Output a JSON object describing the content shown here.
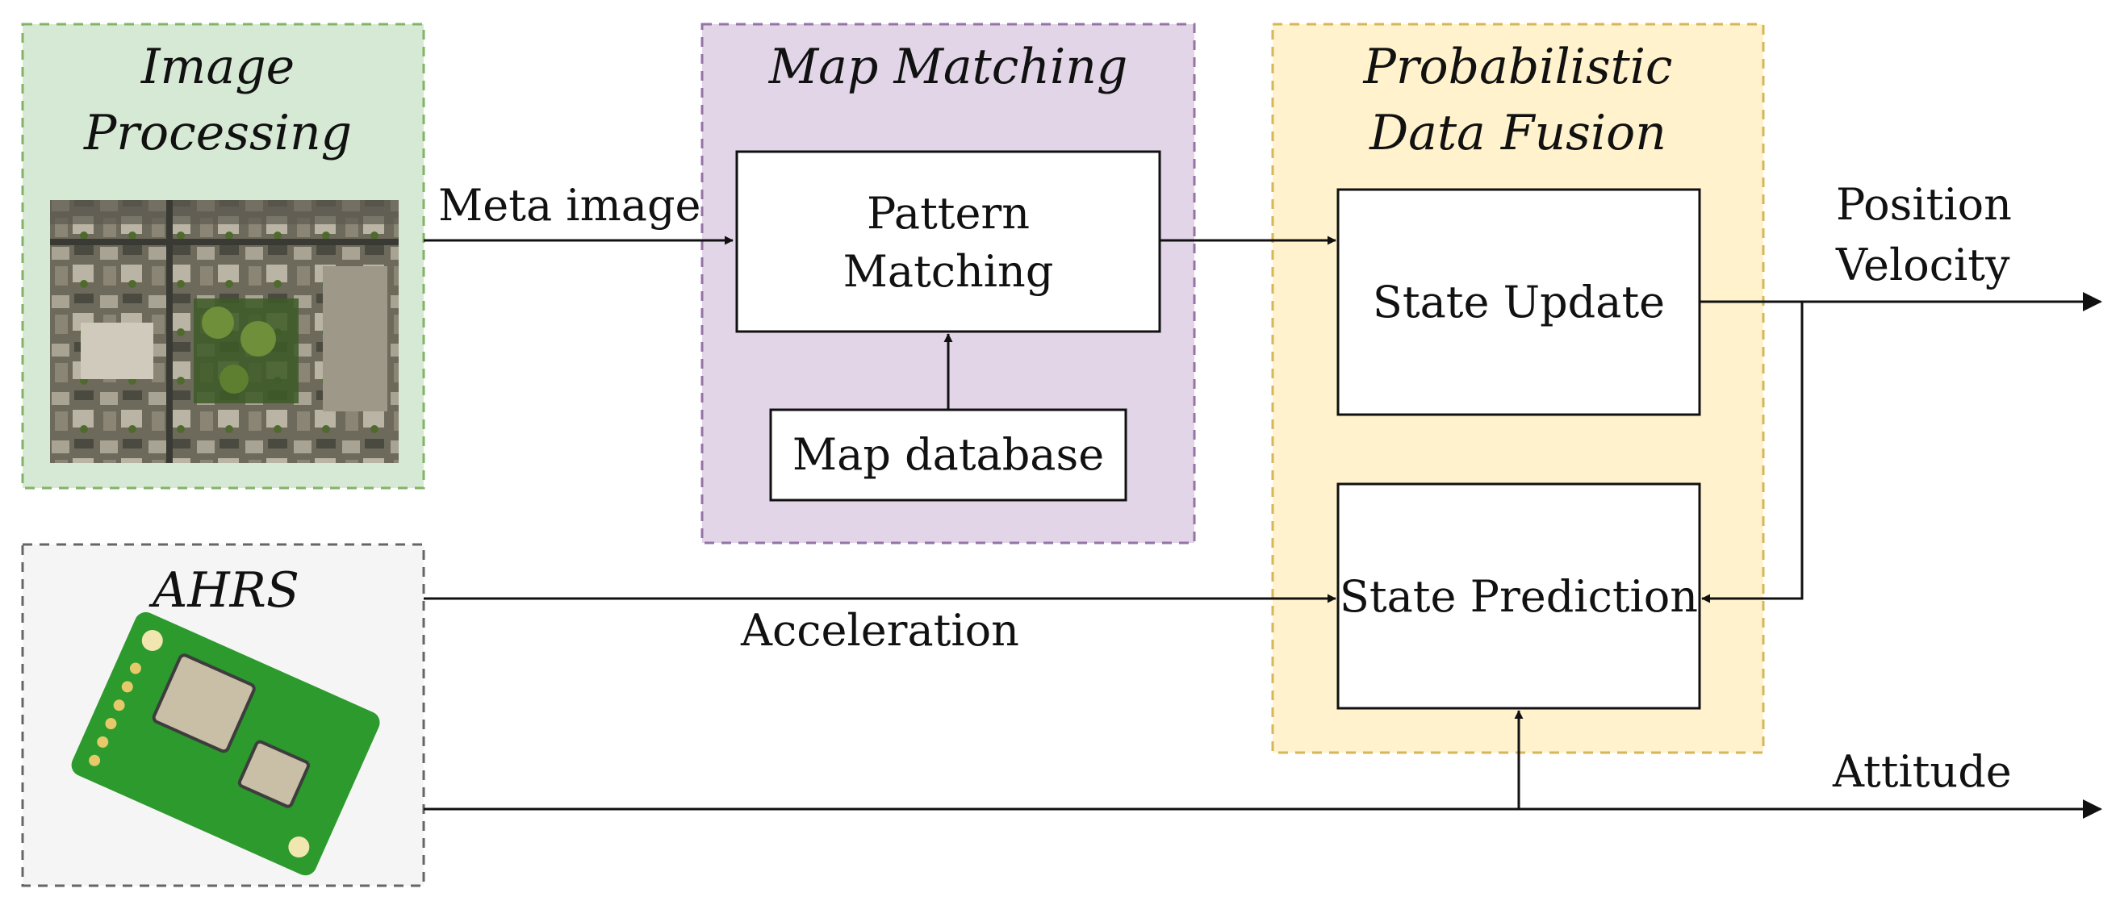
{
  "groups": {
    "image_processing": {
      "title_line1": "Image",
      "title_line2": "Processing",
      "fill": "#d6e9d4",
      "stroke": "#82b366",
      "photo": "aerial-city-photo"
    },
    "map_matching": {
      "title": "Map Matching",
      "fill": "#e1d5e7",
      "stroke": "#9673a6"
    },
    "data_fusion": {
      "title_line1": "Probabilistic",
      "title_line2": "Data Fusion",
      "fill": "#fff2cc",
      "stroke": "#d6b656"
    },
    "ahrs": {
      "title": "AHRS",
      "fill": "#f5f5f5",
      "stroke": "#666666",
      "photo": "imu-sensor-board-photo"
    }
  },
  "blocks": {
    "pattern_matching": {
      "line1": "Pattern",
      "line2": "Matching"
    },
    "map_database": "Map database",
    "state_update": "State Update",
    "state_prediction": "State Prediction"
  },
  "signals": {
    "meta_image": "Meta image",
    "position": "Position",
    "velocity": "Velocity",
    "acceleration": "Acceleration",
    "attitude": "Attitude"
  }
}
